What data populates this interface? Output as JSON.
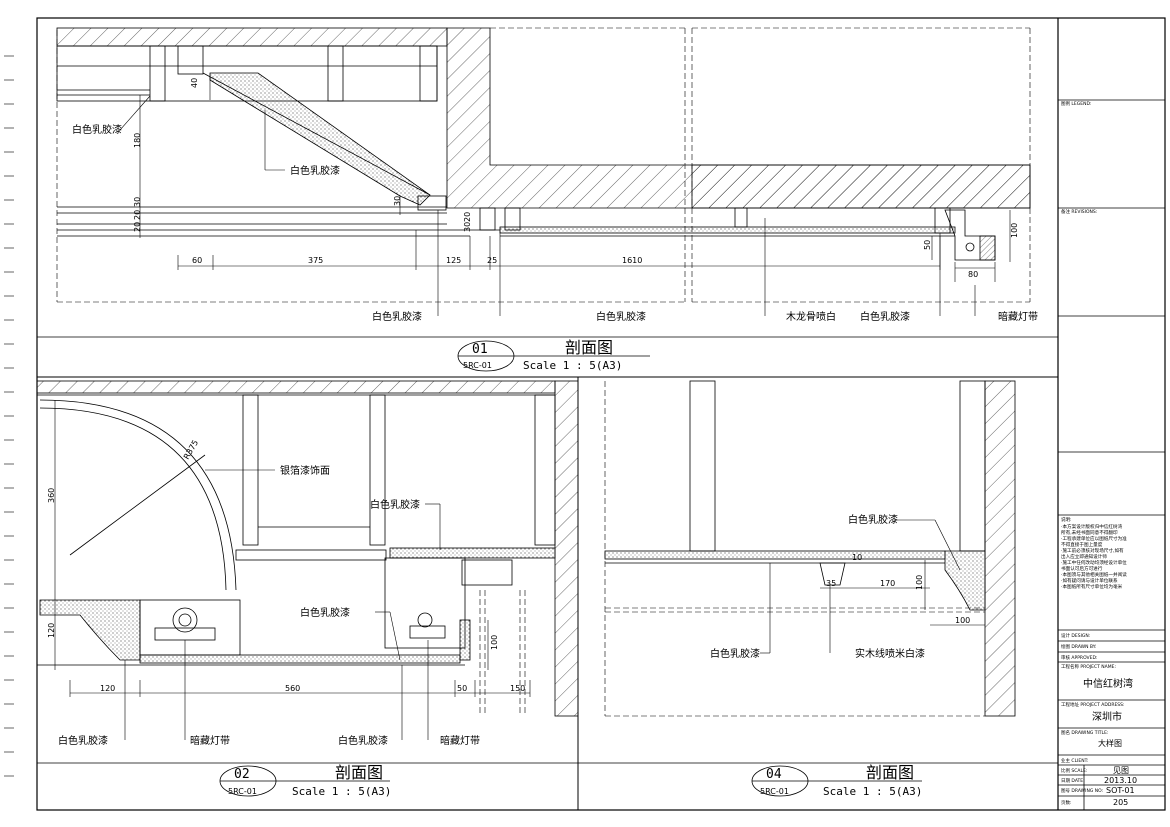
{
  "sections": [
    {
      "number": "01",
      "ref": "5RC-01",
      "title": "剖面图",
      "scale": "Scale 1 : 5(A3)"
    },
    {
      "number": "02",
      "ref": "5RC-01",
      "title": "剖面图",
      "scale": "Scale 1 : 5(A3)"
    },
    {
      "number": "04",
      "ref": "5RC-01",
      "title": "剖面图",
      "scale": "Scale 1 : 5(A3)"
    }
  ],
  "section01": {
    "labels": {
      "paint_left": "白色乳胶漆",
      "paint_slope": "白色乳胶漆",
      "paint_bottom_a": "白色乳胶漆",
      "paint_bottom_b": "白色乳胶漆",
      "wood_keel": "木龙骨喷白",
      "paint_bottom_c": "白色乳胶漆",
      "hidden_light": "暗藏灯带"
    },
    "dims": {
      "d40": "40",
      "d180": "180",
      "d30a": "30",
      "d20a": "20",
      "d30b": "20",
      "d30c": "30",
      "d20b": "20",
      "d30d": "30",
      "d60": "60",
      "d375": "375",
      "d125": "125",
      "d25": "25",
      "d1610": "1610",
      "d50": "50",
      "d100": "100",
      "d80": "80"
    }
  },
  "section02": {
    "labels": {
      "silver_foil": "银箔漆饰面",
      "paint_top": "白色乳胶漆",
      "paint_mid": "白色乳胶漆",
      "paint_left": "白色乳胶漆",
      "light_a": "暗藏灯带",
      "paint_bottom": "白色乳胶漆",
      "light_b": "暗藏灯带"
    },
    "dims": {
      "d360": "360",
      "d120v": "120",
      "d120": "120",
      "d560": "560",
      "d50": "50",
      "d150": "150",
      "d100": "100",
      "r": "R375"
    }
  },
  "section04": {
    "labels": {
      "paint_top": "白色乳胶漆",
      "paint_bottom": "白色乳胶漆",
      "solid_wood": "实木线喷米白漆"
    },
    "dims": {
      "d35": "35",
      "d170": "170",
      "d100v": "100",
      "d100": "100",
      "d10": "10"
    }
  },
  "title_block": {
    "legend_label": "图例 LEGEND:",
    "revisions_label": "备注 REVISIONS:",
    "notes_label": "说明:",
    "notes": [
      "·本方案设计版权归中信红树湾",
      "  所有,未经书面同意不得翻印",
      "·工程承建单位应以图纸尺寸为准",
      "  不得直接于图上量度",
      "·施工前必须核对现场尺寸,如有",
      "  出入应立即通知设计师",
      "·施工中任何改动均须经设计单位",
      "  书面认可后方可进行",
      "·本图须与其他相关图纸一并阅读",
      "·如有疑问请与设计单位联系",
      "·本图纸所有尺寸单位均为毫米"
    ],
    "design_label": "设计 DESIGN:",
    "drawn_label": "绘图 DRAWN BY:",
    "approved_label": "审核 APPROVED:",
    "project_name_label": "工程名称 PROJECT NAME:",
    "project_name": "中信红树湾",
    "project_address_label": "工程地址 PROJECT ADDRESS:",
    "project_address": "深圳市",
    "drawing_title_label": "图名 DRAWING TITLE:",
    "drawing_title": "大样图",
    "client_label": "业主 CLIENT:",
    "scale_label": "比例 SCALE:",
    "scale_value": "见图",
    "date_label": "日期 DATE:",
    "date_value": "2013.10",
    "drawing_no_label": "图号 DRAWING NO:",
    "drawing_no_value": "SOT-01",
    "page_label": "页数:",
    "page_value": "205"
  }
}
